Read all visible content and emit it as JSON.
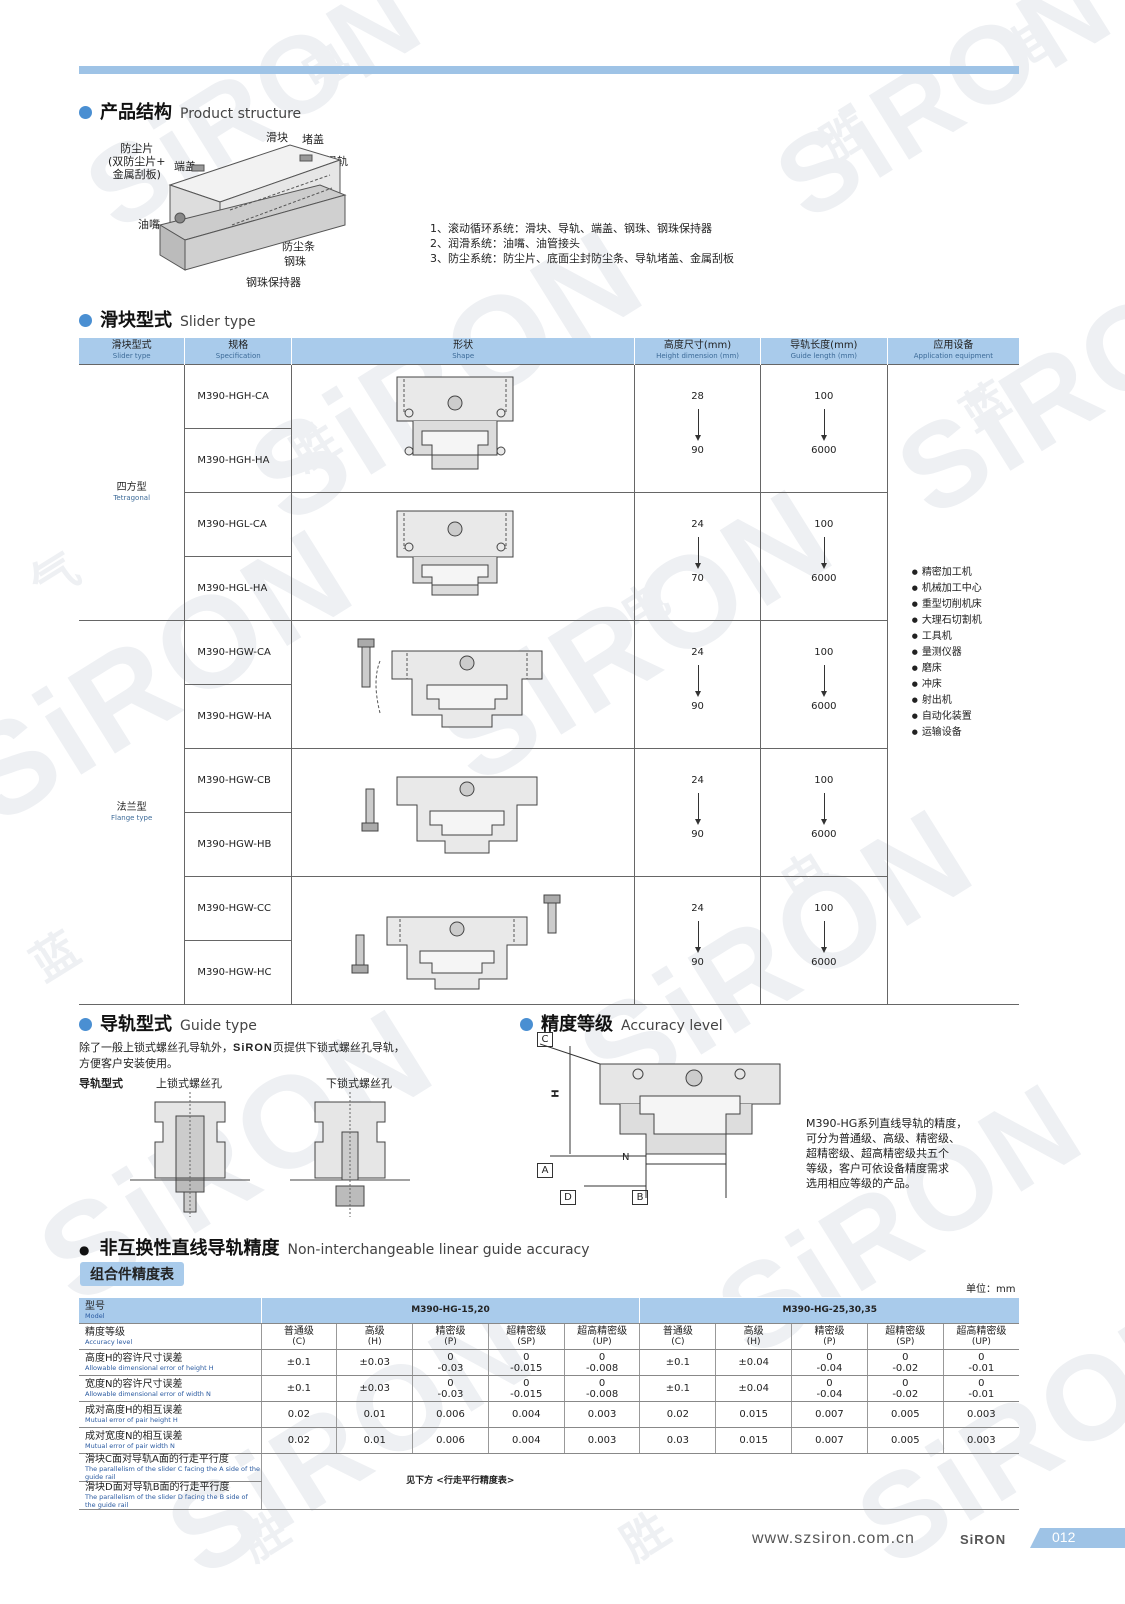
{
  "watermark": {
    "brand": "SiRON",
    "chars": [
      "胜",
      "蓝",
      "电",
      "气"
    ]
  },
  "product_structure": {
    "title_cn": "产品结构",
    "title_en": "Product structure",
    "labels": {
      "dust_seal": "防尘片\n(双防尘片+\n金属刮板)",
      "end_cap": "端盖",
      "slider": "滑块",
      "plug": "堵盖",
      "rail": "滑轨",
      "oil_nozzle": "油嘴",
      "dust_strip": "防尘条",
      "ball": "钢珠",
      "retainer": "钢珠保持器"
    },
    "notes": [
      "1、滚动循环系统：滑块、导轨、端盖、钢珠、钢珠保持器",
      "2、润滑系统：油嘴、油管接头",
      "3、防尘系统：防尘片、底面尘封防尘条、导轨堵盖、金属刮板"
    ]
  },
  "slider_type": {
    "title_cn": "滑块型式",
    "title_en": "Slider type",
    "headers": [
      {
        "cn": "滑块型式",
        "en": "Slider type"
      },
      {
        "cn": "规格",
        "en": "Specification"
      },
      {
        "cn": "形状",
        "en": "Shape"
      },
      {
        "cn": "高度尺寸(mm)",
        "en": "Height dimension (mm)"
      },
      {
        "cn": "导轨长度(mm)",
        "en": "Guide length (mm)"
      },
      {
        "cn": "应用设备",
        "en": "Application equipment"
      }
    ],
    "tetragonal": {
      "cn": "四方型",
      "en": "Tetragonal"
    },
    "flange": {
      "cn": "法兰型",
      "en": "Flange type"
    },
    "groups": [
      {
        "specs": [
          "M390-HGH-CA",
          "M390-HGH-HA"
        ],
        "height": [
          "28",
          "90"
        ],
        "length": [
          "100",
          "6000"
        ]
      },
      {
        "specs": [
          "M390-HGL-CA",
          "M390-HGL-HA"
        ],
        "height": [
          "24",
          "70"
        ],
        "length": [
          "100",
          "6000"
        ]
      },
      {
        "specs": [
          "M390-HGW-CA",
          "M390-HGW-HA"
        ],
        "height": [
          "24",
          "90"
        ],
        "length": [
          "100",
          "6000"
        ]
      },
      {
        "specs": [
          "M390-HGW-CB",
          "M390-HGW-HB"
        ],
        "height": [
          "24",
          "90"
        ],
        "length": [
          "100",
          "6000"
        ]
      },
      {
        "specs": [
          "M390-HGW-CC",
          "M390-HGW-HC"
        ],
        "height": [
          "24",
          "90"
        ],
        "length": [
          "100",
          "6000"
        ]
      }
    ],
    "applications": [
      "精密加工机",
      "机械加工中心",
      "重型切削机床",
      "大理石切割机",
      "工具机",
      "量测仪器",
      "磨床",
      "冲床",
      "射出机",
      "自动化装置",
      "运输设备"
    ]
  },
  "guide_type": {
    "title_cn": "导轨型式",
    "title_en": "Guide type",
    "desc_a": "除了一般上锁式螺丝孔导轨外，",
    "desc_brand": "SiRON",
    "desc_b": "页提供下锁式螺丝孔导轨，",
    "desc_c": "方便客户安装使用。",
    "label": "导轨型式",
    "upper": "上锁式螺丝孔",
    "lower": "下锁式螺丝孔"
  },
  "accuracy_level": {
    "title_cn": "精度等级",
    "title_en": "Accuracy level",
    "dims": {
      "c": "C",
      "h": "H",
      "a": "A",
      "d": "D",
      "n": "N",
      "b": "B"
    },
    "desc": [
      "M390-HG系列直线导轨的精度，",
      "可分为普通级、高级、精密级、",
      "超精密级、超高精密级共五个",
      "等级，客户可依设备精度需求",
      "选用相应等级的产品。"
    ]
  },
  "non_interchangeable": {
    "title_cn": "非互换性直线导轨精度",
    "title_en": "Non-interchangeable linear guide accuracy",
    "tag": "组合件精度表",
    "unit": "单位：mm",
    "model_label": {
      "cn": "型号",
      "en": "Model"
    },
    "groups": [
      "M390-HG-15,20",
      "M390-HG-25,30,35"
    ],
    "level_label": {
      "cn": "精度等级",
      "en": "Accuracy level"
    },
    "levels": [
      {
        "cn": "普通级",
        "code": "(C)"
      },
      {
        "cn": "高级",
        "code": "(H)"
      },
      {
        "cn": "精密级",
        "code": "(P)"
      },
      {
        "cn": "超精密级",
        "code": "(SP)"
      },
      {
        "cn": "超高精密级",
        "code": "(UP)"
      }
    ],
    "rows": [
      {
        "cn": "高度H的容许尺寸误差",
        "en": "Allowable dimensional error of height H",
        "values": [
          [
            "±0.1"
          ],
          [
            "±0.03"
          ],
          [
            "0",
            "-0.03"
          ],
          [
            "0",
            "-0.015"
          ],
          [
            "0",
            "-0.008"
          ],
          [
            "±0.1"
          ],
          [
            "±0.04"
          ],
          [
            "0",
            "-0.04"
          ],
          [
            "0",
            "-0.02"
          ],
          [
            "0",
            "-0.01"
          ]
        ]
      },
      {
        "cn": "宽度N的容许尺寸误差",
        "en": "Allowable dimensional error of width N",
        "values": [
          [
            "±0.1"
          ],
          [
            "±0.03"
          ],
          [
            "0",
            "-0.03"
          ],
          [
            "0",
            "-0.015"
          ],
          [
            "0",
            "-0.008"
          ],
          [
            "±0.1"
          ],
          [
            "±0.04"
          ],
          [
            "0",
            "-0.04"
          ],
          [
            "0",
            "-0.02"
          ],
          [
            "0",
            "-0.01"
          ]
        ]
      },
      {
        "cn": "成对高度H的相互误差",
        "en": "Mutual error of pair height H",
        "values": [
          [
            "0.02"
          ],
          [
            "0.01"
          ],
          [
            "0.006"
          ],
          [
            "0.004"
          ],
          [
            "0.003"
          ],
          [
            "0.02"
          ],
          [
            "0.015"
          ],
          [
            "0.007"
          ],
          [
            "0.005"
          ],
          [
            "0.003"
          ]
        ]
      },
      {
        "cn": "成对宽度N的相互误差",
        "en": "Mutual error of pair width N",
        "values": [
          [
            "0.02"
          ],
          [
            "0.01"
          ],
          [
            "0.006"
          ],
          [
            "0.004"
          ],
          [
            "0.003"
          ],
          [
            "0.03"
          ],
          [
            "0.015"
          ],
          [
            "0.007"
          ],
          [
            "0.005"
          ],
          [
            "0.003"
          ]
        ]
      }
    ],
    "parallel_rows": [
      {
        "cn": "滑块C面对导轨A面的行走平行度",
        "en": "The parallelism of the slider C facing the A side of the guide rail"
      },
      {
        "cn": "滑块D面对导轨B面的行走平行度",
        "en": "The parallelism of the slider D facing the B side of the guide rail"
      }
    ],
    "see_below": "见下方 <行走平行精度表>"
  },
  "footer": {
    "url": "www.szsiron.com.cn",
    "brand": "SiRON",
    "page": "012"
  }
}
